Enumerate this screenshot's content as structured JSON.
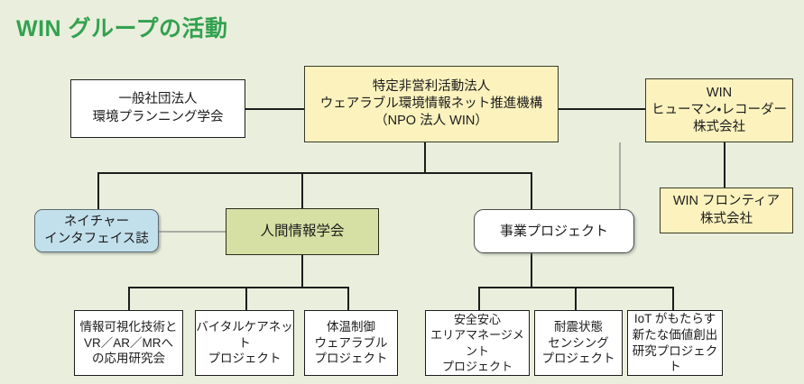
{
  "page": {
    "title": "WIN グループの活動",
    "background_color": "#e9efdc",
    "title_color": "#33a150"
  },
  "colors": {
    "yellow_fill": "#fbf2bd",
    "green_fill": "#d6e0a4",
    "blue_fill": "#c2dfec",
    "white_fill": "#ffffff",
    "line": "#1d1d1d",
    "line_gray": "#a9aca4"
  },
  "diagram": {
    "type": "organization-chart",
    "nodes": {
      "planning_society": "一般社団法人\n環境プランニング学会",
      "npo_win": "特定非営利活動法人\nウェアラブル環境情報ネット推進機構\n（NPO 法人 WIN）",
      "human_recorder": "WIN\nヒューマン・レコーダー\n株式会社",
      "win_frontier": "WIN フロンティア\n株式会社",
      "nature_interface": "ネイチャー\nインタフェイス誌",
      "human_info_society": "人間情報学会",
      "business_projects": "事業プロジェクト"
    },
    "academic_projects": [
      "情報可視化技術と\nVR／AR／MRへ\nの応用研究会",
      "バイタルケアネット\nプロジェクト",
      "体温制御\nウェアラブル\nプロジェクト"
    ],
    "business_project_items": [
      "安全安心\nエリアマネージメント\nプロジェクト",
      "耐震状態\nセンシング\nプロジェクト",
      "IoT がもたらす\n新たな価値創出\n研究プロジェクト"
    ]
  }
}
